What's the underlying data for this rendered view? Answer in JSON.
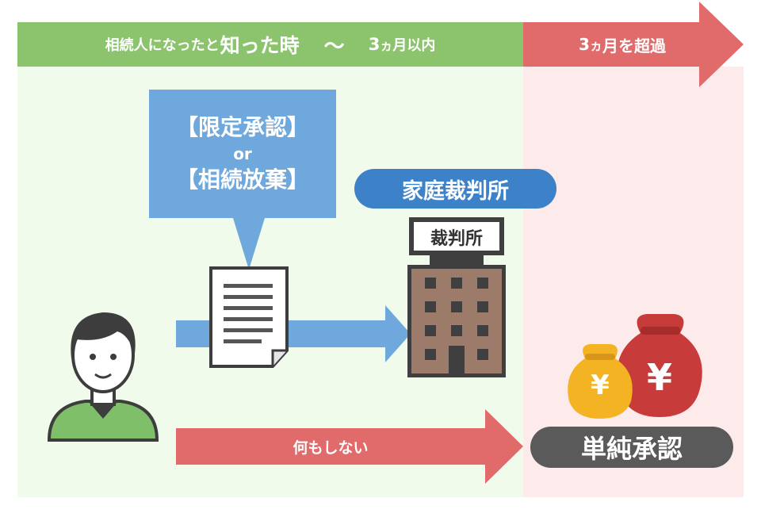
{
  "timeline": {
    "period_prefix": "相続人になったと",
    "period_emphasis": "知った時",
    "tilde": "〜",
    "within_number": "3",
    "within_unit": "ヵ",
    "within_suffix": "月以内",
    "exceed_number": "3",
    "exceed_unit": "ヵ",
    "exceed_suffix": "月を超過"
  },
  "callout": {
    "option1": "【限定承認】",
    "or": "or",
    "option2": "【相続放棄】"
  },
  "court": {
    "name": "家庭裁判所",
    "sign": "裁判所"
  },
  "no_action": {
    "label": "何もしない"
  },
  "outcome": {
    "label": "単純承認"
  },
  "money": {
    "symbol_small": "¥",
    "symbol_large": "¥"
  },
  "colors": {
    "green_band": "#8cc46e",
    "red_band": "#e16a6a",
    "blue_callout": "#6ea8dd",
    "court_blue": "#3d82c8",
    "outcome_gray": "#5a5a5a",
    "building_brown": "#9c7b6b"
  }
}
